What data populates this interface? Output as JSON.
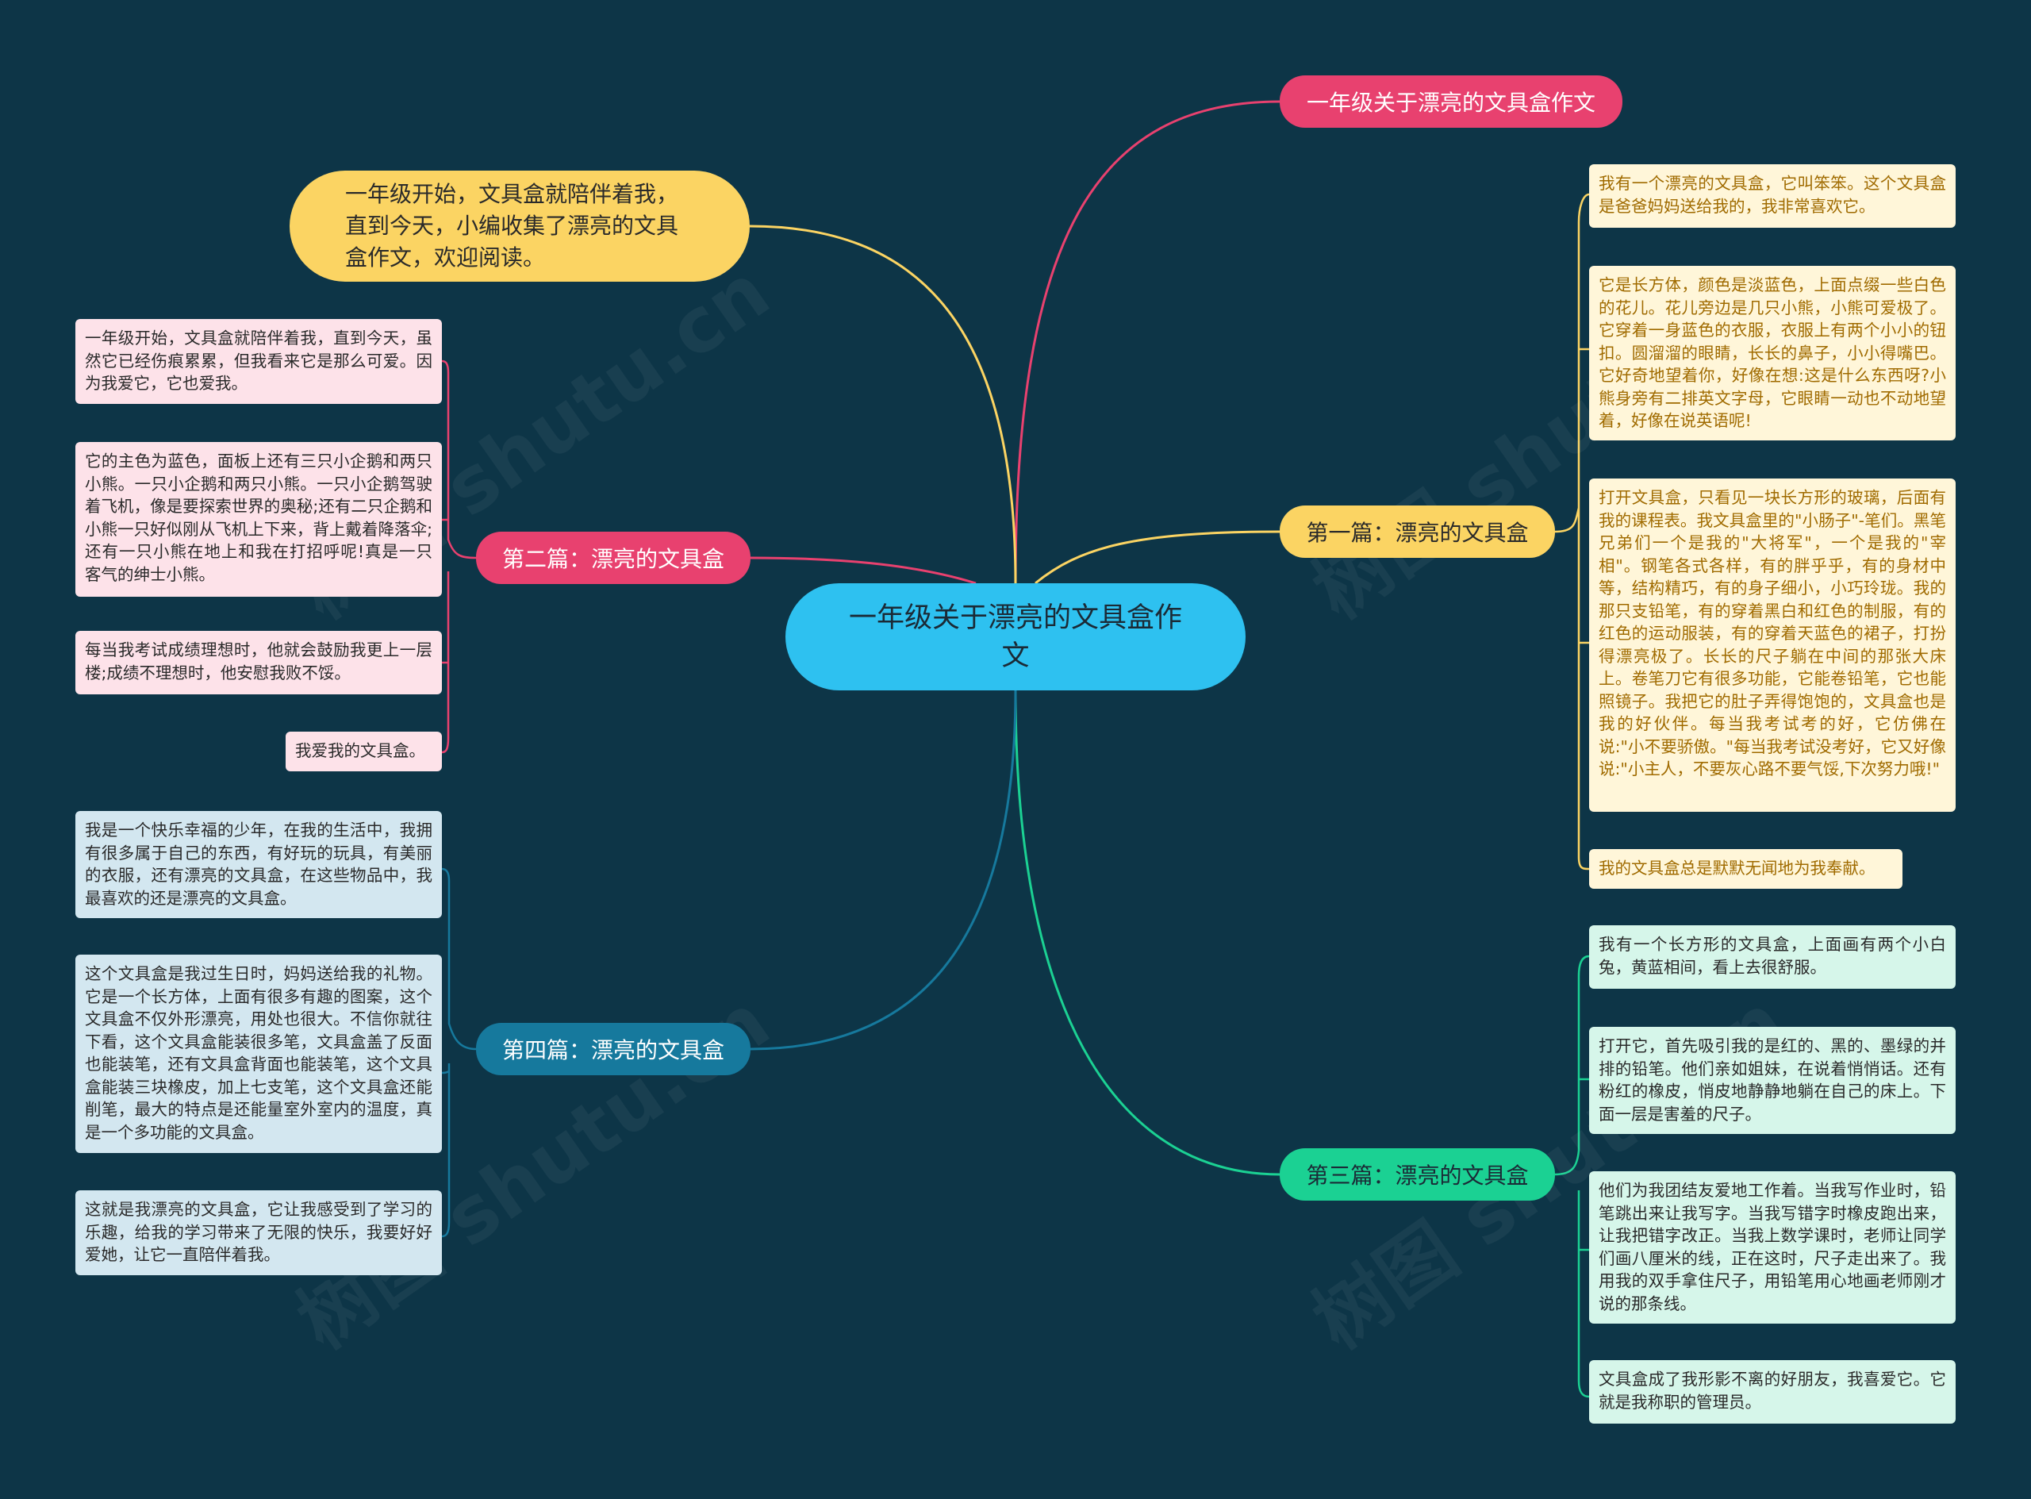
{
  "center": {
    "title": "一年级关于漂亮的文具盒作文"
  },
  "intro": "一年级开始，文具盒就陪伴着我，直到今天，小编收集了漂亮的文具盒作文，欢迎阅读。",
  "title_node": "一年级关于漂亮的文具盒作文",
  "colors": {
    "background": "#0d3547",
    "center": "#2ec1f0",
    "pink": "#e8416f",
    "yellow": "#fbd463",
    "green": "#1bd193",
    "blue": "#16799d"
  },
  "branches": {
    "first": {
      "label": "第一篇：漂亮的文具盒",
      "leaves": [
        "我有一个漂亮的文具盒，它叫笨笨。这个文具盒是爸爸妈妈送给我的，我非常喜欢它。",
        "它是长方体，颜色是淡蓝色，上面点缀一些白色的花儿。花儿旁边是几只小熊，小熊可爱极了。它穿着一身蓝色的衣服，衣服上有两个小小的钮扣。圆溜溜的眼睛，长长的鼻子，小小得嘴巴。它好奇地望着你，好像在想:这是什么东西呀?小熊身旁有二排英文字母，它眼睛一动也不动地望着，好像在说英语呢!",
        "打开文具盒，只看见一块长方形的玻璃，后面有我的课程表。我文具盒里的\"小肠子\"-笔们。黑笔兄弟们一个是我的\"大将军\"，一个是我的\"宰相\"。钢笔各式各样，有的胖乎乎，有的身材中等，结构精巧，有的身子细小，小巧玲珑。我的那只支铅笔，有的穿着黑白和红色的制服，有的红色的运动服装，有的穿着天蓝色的裙子，打扮得漂亮极了。长长的尺子躺在中间的那张大床上。卷笔刀它有很多功能，它能卷铅笔，它也能照镜子。我把它的肚子弄得饱饱的，文具盒也是我的好伙伴。每当我考试考的好，它仿佛在说:\"小不要骄傲。\"每当我考试没考好，它又好像说:\"小主人，不要灰心路不要气馁,下次努力哦!\"",
        "我的文具盒总是默默无闻地为我奉献。"
      ]
    },
    "second": {
      "label": "第二篇：漂亮的文具盒",
      "leaves": [
        "一年级开始，文具盒就陪伴着我，直到今天，虽然它已经伤痕累累，但我看来它是那么可爱。因为我爱它，它也爱我。",
        "它的主色为蓝色，面板上还有三只小企鹅和两只小熊。一只小企鹅和两只小熊。一只小企鹅驾驶着飞机，像是要探索世界的奥秘;还有二只企鹅和小熊一只好似刚从飞机上下来，背上戴着降落伞;还有一只小熊在地上和我在打招呼呢!真是一只客气的绅士小熊。",
        "每当我考试成绩理想时，他就会鼓励我更上一层楼;成绩不理想时，他安慰我败不馁。",
        "我爱我的文具盒。"
      ]
    },
    "third": {
      "label": "第三篇：漂亮的文具盒",
      "leaves": [
        "我有一个长方形的文具盒，上面画有两个小白兔，黄蓝相间，看上去很舒服。",
        "打开它，首先吸引我的是红的、黑的、墨绿的并排的铅笔。他们亲如姐妹，在说着悄悄话。还有粉红的橡皮，悄皮地静静地躺在自己的床上。下面一层是害羞的尺子。",
        "他们为我团结友爱地工作着。当我写作业时，铅笔跳出来让我写字。当我写错字时橡皮跑出来，让我把错字改正。当我上数学课时，老师让同学们画八厘米的线，正在这时，尺子走出来了。我用我的双手拿住尺子，用铅笔用心地画老师刚才说的那条线。",
        "文具盒成了我形影不离的好朋友，我喜爱它。它就是我称职的管理员。"
      ]
    },
    "fourth": {
      "label": "第四篇：漂亮的文具盒",
      "leaves": [
        "我是一个快乐幸福的少年，在我的生活中，我拥有很多属于自己的东西，有好玩的玩具，有美丽的衣服，还有漂亮的文具盒，在这些物品中，我最喜欢的还是漂亮的文具盒。",
        "这个文具盒是我过生日时，妈妈送给我的礼物。它是一个长方体，上面有很多有趣的图案，这个文具盒不仅外形漂亮，用处也很大。不信你就往下看，这个文具盒能装很多笔，文具盒盖了反面也能装笔，还有文具盒背面也能装笔，这个文具盒能装三块橡皮，加上七支笔，这个文具盒还能削笔，最大的特点是还能量室外室内的温度，真是一个多功能的文具盒。",
        "这就是我漂亮的文具盒，它让我感受到了学习的乐趣，给我的学习带来了无限的快乐，我要好好爱她，让它一直陪伴着我。"
      ]
    }
  },
  "watermark": "树图 shutu.cn"
}
